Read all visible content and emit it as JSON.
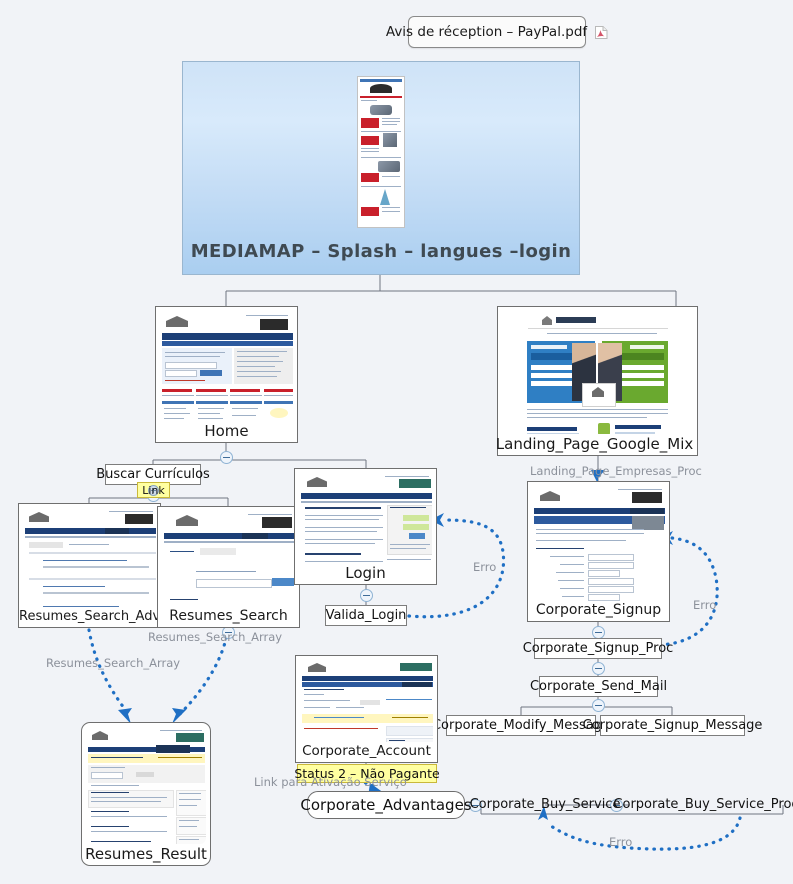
{
  "document": {
    "title": "Avis de réception – PayPal.pdf",
    "icon": "pdf-icon"
  },
  "nodes": {
    "splash": {
      "label": "MEDIAMAP – Splash – langues –login",
      "type": "screen"
    },
    "home": {
      "label": "Home",
      "type": "screen"
    },
    "landing_page_google_mix": {
      "label": "Landing_Page_Google_Mix",
      "type": "screen",
      "badge": "note-icon"
    },
    "resumes_search_advanced": {
      "label": "Resumes_Search_Advanced",
      "type": "screen"
    },
    "resumes_search": {
      "label": "Resumes_Search",
      "type": "screen"
    },
    "login": {
      "label": "Login",
      "type": "screen"
    },
    "corporate_signup": {
      "label": "Corporate_Signup",
      "type": "screen"
    },
    "corporate_account": {
      "label": "Corporate_Account",
      "type": "screen"
    },
    "resumes_result": {
      "label": "Resumes_Result",
      "type": "screen"
    }
  },
  "process_labels": {
    "buscar_curriculos": "Buscar Currículos",
    "link": "Link",
    "valida_login": "Valida_Login",
    "corporate_signup_proc": "Corporate_Signup_Proc",
    "corporate_send_mail": "Corporate_Send_Mail",
    "corporate_modify_message": "Corporate_Modify_Message",
    "corporate_signup_message": "Corporate_Signup_Message",
    "corporate_advantages": "Corporate_Advantages",
    "corporate_buy_service": "Corporate_Buy_Service",
    "corporate_buy_service_proc": "Corporate_Buy_Service_Proc"
  },
  "notes": {
    "status_2": "Status 2 – Não Pagante"
  },
  "edge_labels": {
    "landing_page_empresas_proc": "Landing_Page_Empresas_Proc",
    "resumes_search_array_left": "Resumes_Search_Array",
    "resumes_search_array_mid": "Resumes_Search_Array",
    "erro_login": "Erro",
    "erro_signup": "Erro",
    "erro_buy": "Erro",
    "link_ativacao": "Link para Ativação Serviço"
  },
  "colors": {
    "background": "#f1f3f7",
    "edge": "#6f7480",
    "dashed_edge": "#1f6fc4",
    "note_yellow": "#ffffa0",
    "splash_blue": "#c3dcf5",
    "caption_grey": "#8c919b"
  }
}
